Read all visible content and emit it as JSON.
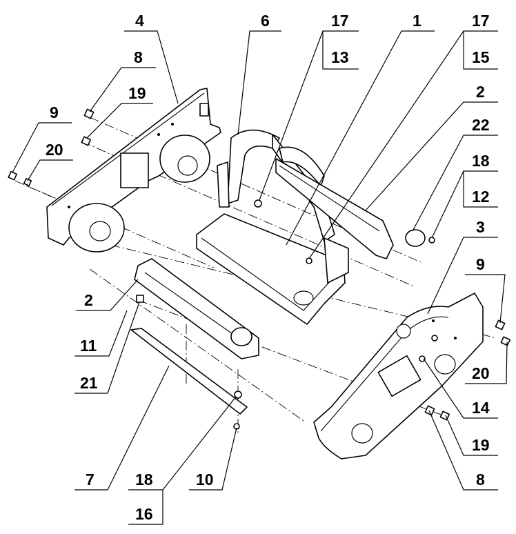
{
  "diagram": {
    "callouts": [
      {
        "id": "c1",
        "label": "4"
      },
      {
        "id": "c2",
        "label": "8"
      },
      {
        "id": "c3",
        "label": "19"
      },
      {
        "id": "c4",
        "label": "9"
      },
      {
        "id": "c5",
        "label": "20"
      },
      {
        "id": "c6",
        "label": "6"
      },
      {
        "id": "c7",
        "label": "17"
      },
      {
        "id": "c8",
        "label": "13"
      },
      {
        "id": "c9",
        "label": "1"
      },
      {
        "id": "c10",
        "label": "17"
      },
      {
        "id": "c11",
        "label": "15"
      },
      {
        "id": "c12",
        "label": "2"
      },
      {
        "id": "c13",
        "label": "22"
      },
      {
        "id": "c14",
        "label": "18"
      },
      {
        "id": "c15",
        "label": "12"
      },
      {
        "id": "c16",
        "label": "3"
      },
      {
        "id": "c17",
        "label": "9"
      },
      {
        "id": "c18",
        "label": "2"
      },
      {
        "id": "c19",
        "label": "11"
      },
      {
        "id": "c20",
        "label": "21"
      },
      {
        "id": "c21",
        "label": "20"
      },
      {
        "id": "c22",
        "label": "14"
      },
      {
        "id": "c23",
        "label": "19"
      },
      {
        "id": "c24",
        "label": "7"
      },
      {
        "id": "c25",
        "label": "18"
      },
      {
        "id": "c26",
        "label": "10"
      },
      {
        "id": "c27",
        "label": "16"
      },
      {
        "id": "c28",
        "label": "8"
      }
    ]
  }
}
